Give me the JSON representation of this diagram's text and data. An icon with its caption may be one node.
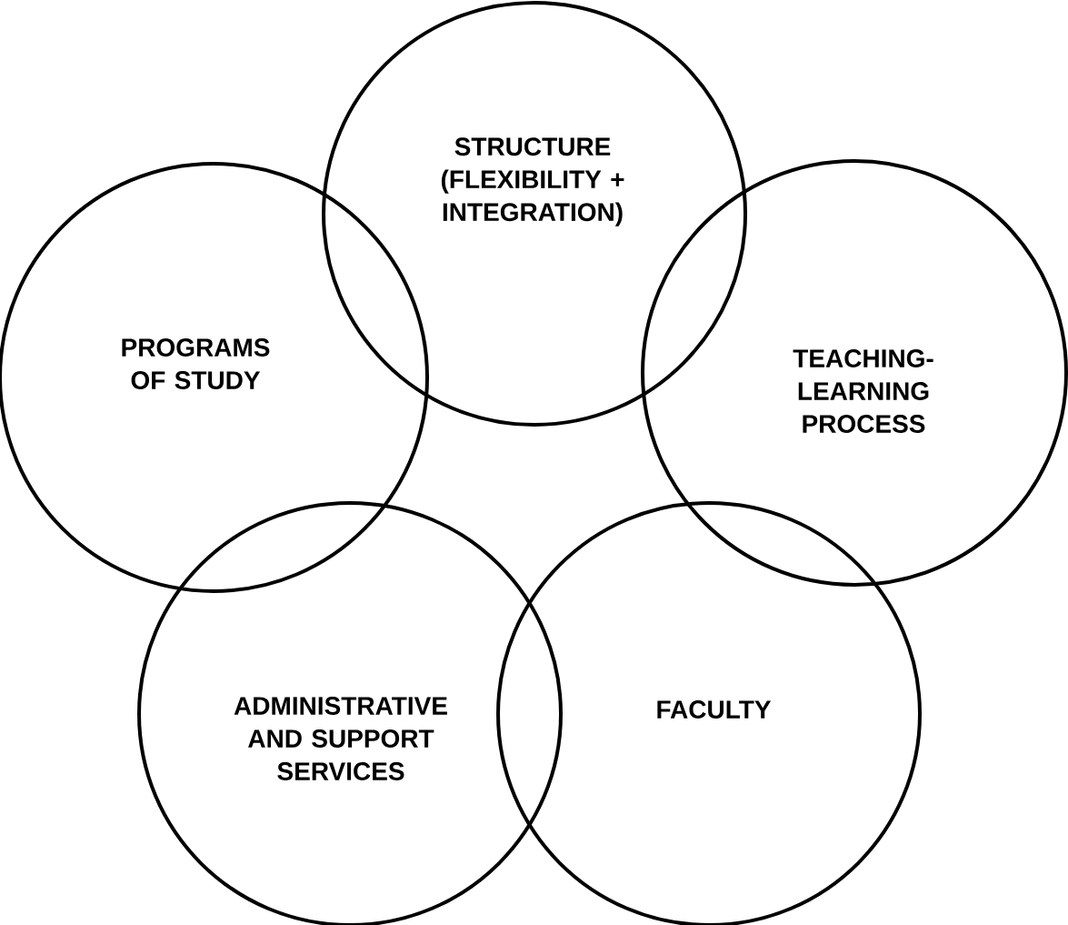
{
  "diagram": {
    "nodes": [
      {
        "text": [
          "STRUCTURE (FLEXIBILITY + INTEGRATION)"
        ]
      },
      {
        "text": [
          "PROGRAMS OF STUDY"
        ]
      },
      {
        "text": [
          "TEACHING-LEARNING PROCESS"
        ]
      },
      {
        "text": [
          "ADMINISTRATIVE AND SUPPORT SERVICES"
        ]
      },
      {
        "text": [
          "FACULTY"
        ]
      }
    ]
  }
}
